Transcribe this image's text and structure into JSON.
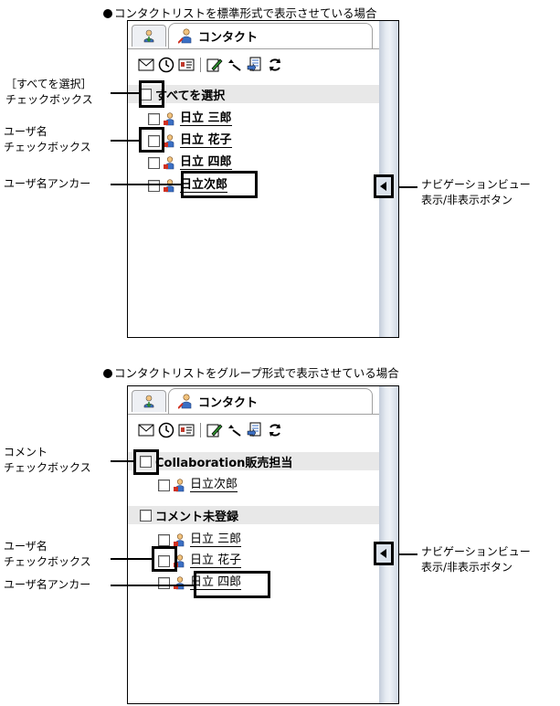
{
  "section1": {
    "caption": "コンタクトリストを標準形式で表示させている場合",
    "tab_label": "コンタクト",
    "select_all_label": "すべてを選択",
    "users": [
      "日立 三郎",
      "日立 花子",
      "日立 四郎",
      "日立次郎"
    ],
    "callouts": {
      "select_all": [
        "［すべてを選択］",
        "チェックボックス"
      ],
      "user_checkbox": [
        "ユーザ名",
        "チェックボックス"
      ],
      "user_anchor": "ユーザ名アンカー",
      "nav_button": [
        "ナビゲーションビュー",
        "表示/非表示ボタン"
      ]
    }
  },
  "section2": {
    "caption": "コンタクトリストをグループ形式で表示させている場合",
    "tab_label": "コンタクト",
    "groups": [
      {
        "label": "Collaboration販売担当",
        "users": [
          "日立次郎"
        ]
      },
      {
        "label": "コメント未登録",
        "users": [
          "日立 三郎",
          "日立 花子",
          "日立 四郎"
        ]
      }
    ],
    "callouts": {
      "comment_checkbox": [
        "コメント",
        "チェックボックス"
      ],
      "user_checkbox": [
        "ユーザ名",
        "チェックボックス"
      ],
      "user_anchor": "ユーザ名アンカー",
      "nav_button": [
        "ナビゲーションビュー",
        "表示/非表示ボタン"
      ]
    }
  },
  "icons": {
    "home_tab": "person-up-icon",
    "contact_tab": "contact-person-icon",
    "toolbar": [
      "mail-icon",
      "clock-icon",
      "card-icon",
      "edit-icon",
      "sort-icon",
      "export-icon",
      "refresh-icon"
    ],
    "nav_toggle": "triangle-left-icon"
  },
  "colors": {
    "group_row_bg": "#e8e8e8",
    "scrollbar": "#dce3ec",
    "user_icon_red": "#d03020",
    "user_icon_blue": "#3a6fc4"
  }
}
